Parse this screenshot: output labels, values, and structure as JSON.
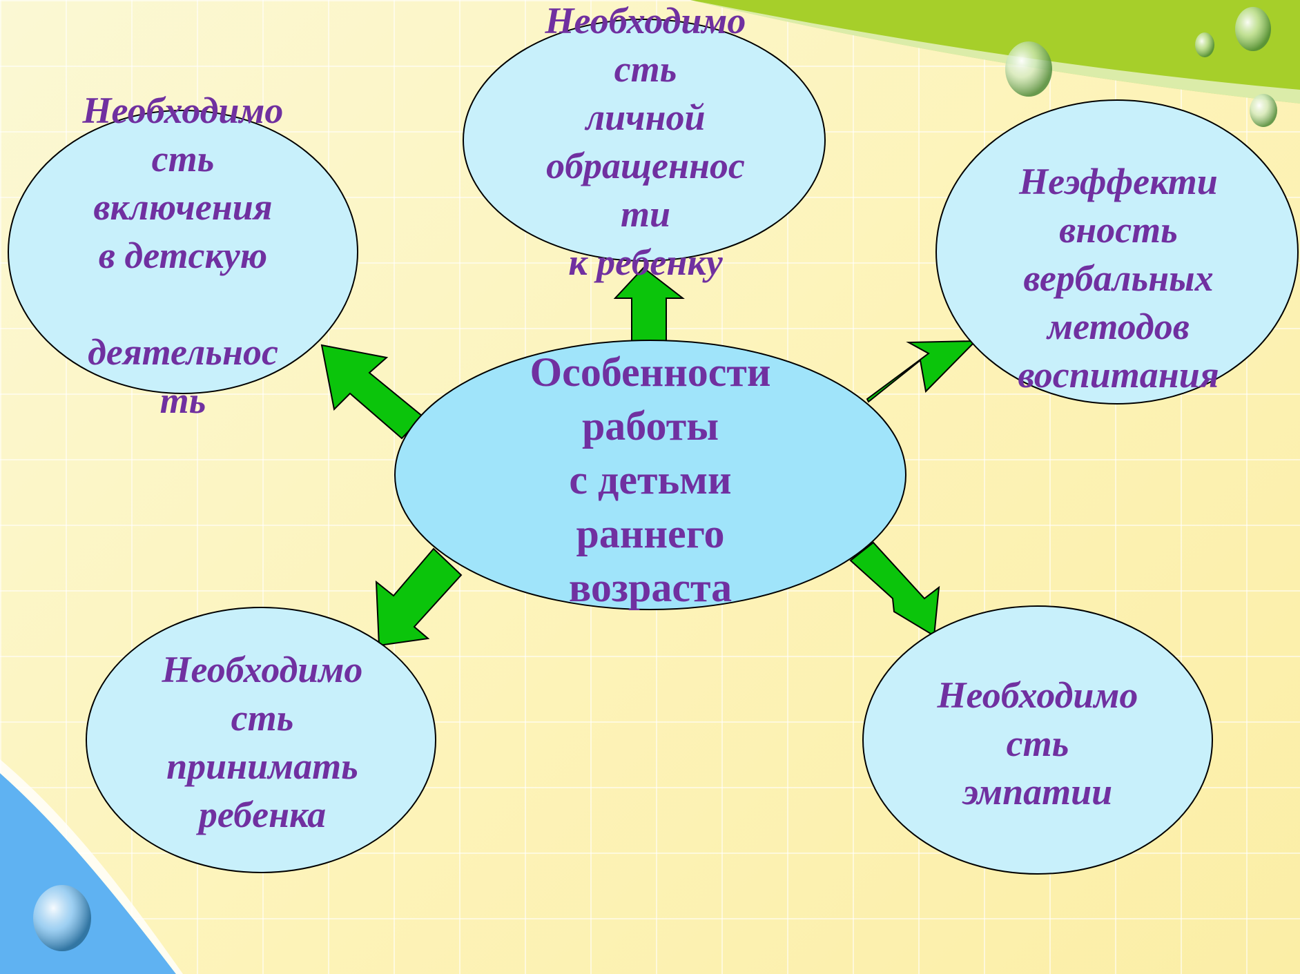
{
  "colors": {
    "ellipse_fill": "#c8f0fb",
    "center_fill": "#a0e4fa",
    "arrow_fill": "#0bc40b",
    "text": "#7030a0",
    "top_swoosh": "#a6cf2a",
    "bottom_swoosh": "#5fb2f2"
  },
  "diagram": {
    "center": {
      "text": "Особенности\nработы\nс детьми\nраннего\nвозраста"
    },
    "nodes": [
      {
        "id": "top-left",
        "text": "Необходимо\nсть\nвключения\nв детскую\n\nдеятельнос\nть"
      },
      {
        "id": "top",
        "text": "Необходимо\nсть\nличной\nобращеннос\nти\nк ребенку"
      },
      {
        "id": "right",
        "text": "Неэффекти\nвность\nвербальных\nметодов\nвоспитания"
      },
      {
        "id": "bottom-left",
        "text": "Необходимо\nсть\nпринимать\nребенка"
      },
      {
        "id": "bottom-right",
        "text": "Необходимо\nсть\nэмпатии"
      }
    ]
  }
}
